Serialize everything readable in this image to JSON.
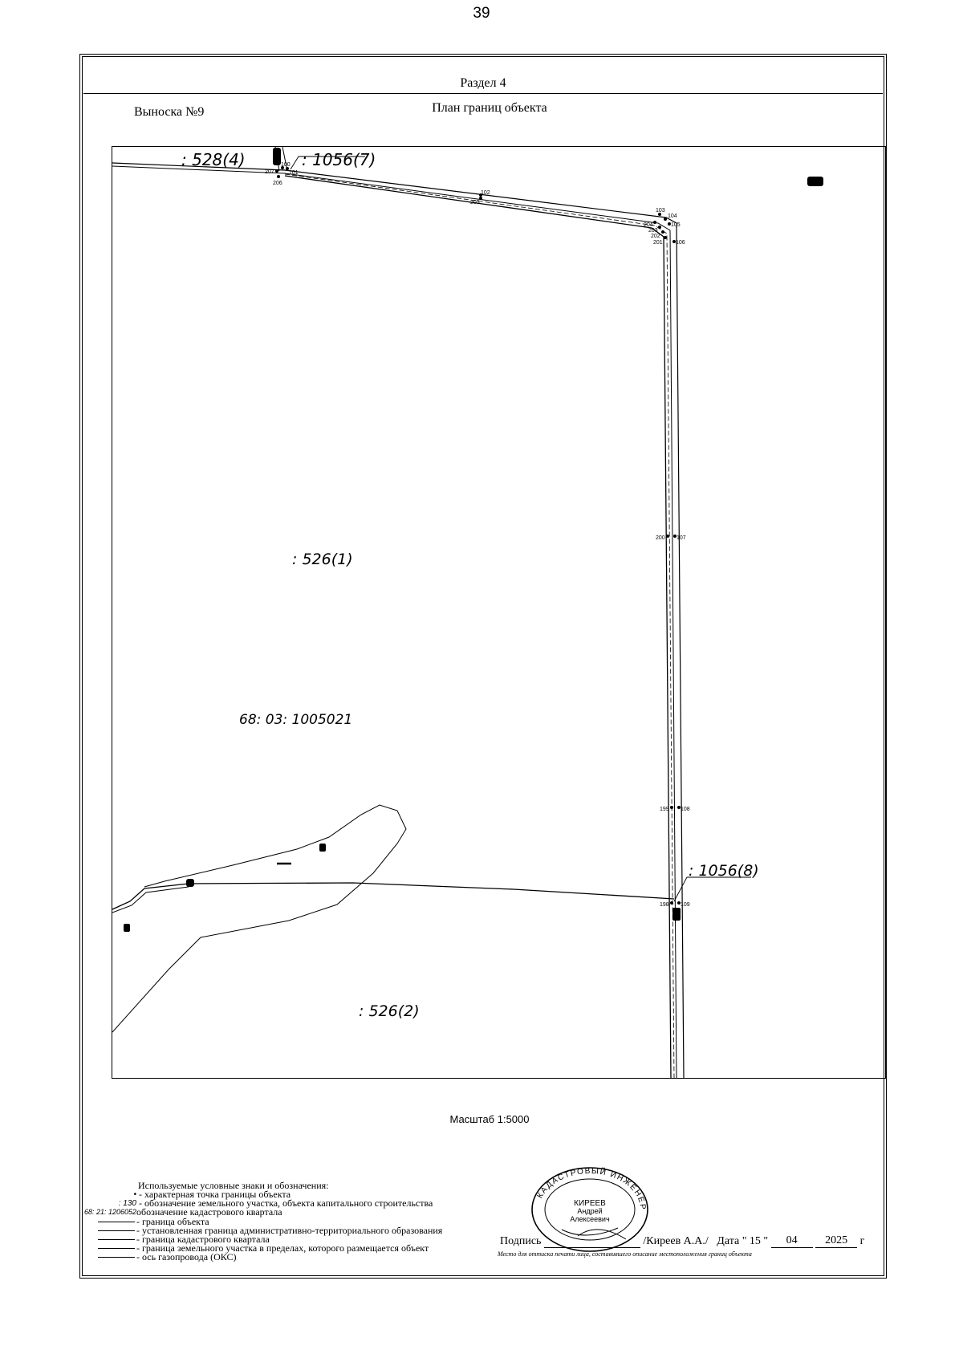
{
  "page_number": "39",
  "section_title": "Раздел 4",
  "callout_title": "Выноска №9",
  "plan_title": "План границ объекта",
  "map": {
    "labels": {
      "plot_528_4": ": 528(4)",
      "plot_1056_7": ": 1056(7)",
      "plot_526_1": ": 526(1)",
      "quarter": "68: 03: 1005021",
      "plot_1056_8": ": 1056(8)",
      "plot_526_2": ": 526(2)"
    },
    "points": [
      "100",
      "101",
      "207",
      "206",
      "102",
      "205",
      "103",
      "104",
      "105",
      "204",
      "203",
      "202",
      "201",
      "106",
      "200",
      "107",
      "199",
      "108",
      "198",
      "109"
    ]
  },
  "scale_text": "Масштаб 1:5000",
  "legend": {
    "heading": "Используемые условные знаки и обозначения:",
    "items": [
      {
        "symbol": "•",
        "text": "- характерная точка границы объекта"
      },
      {
        "symbol": ": 130",
        "text": "- обозначение земельного участка, объекта капитального строительства"
      },
      {
        "symbol": "68: 21: 1206052",
        "text": "обозначение кадастрового квартала"
      },
      {
        "symbol": "",
        "text": "- граница объекта"
      },
      {
        "symbol": "",
        "text": "- установленная граница административно-территориального образования"
      },
      {
        "symbol": "",
        "text": "- граница кадастрового квартала"
      },
      {
        "symbol": "",
        "text": "- граница земельного участка в пределах, которого размещается объект"
      },
      {
        "symbol": "",
        "text": "- ось газопровода (ОКС)"
      }
    ]
  },
  "stamp": {
    "ring_text": "КАДАСТРОВЫЙ ИНЖЕНЕР",
    "line1": "КИРЕЕВ",
    "line2": "Андрей",
    "line3": "Алексеевич"
  },
  "signature": {
    "label": "Подпись",
    "name": "/Киреев А.А./",
    "date_label": "Дата \" 15 \"",
    "month": "04",
    "year": "2025",
    "suffix": "г",
    "note": "Место для оттиска печати лица, составившего описание местоположения границ объекта"
  }
}
